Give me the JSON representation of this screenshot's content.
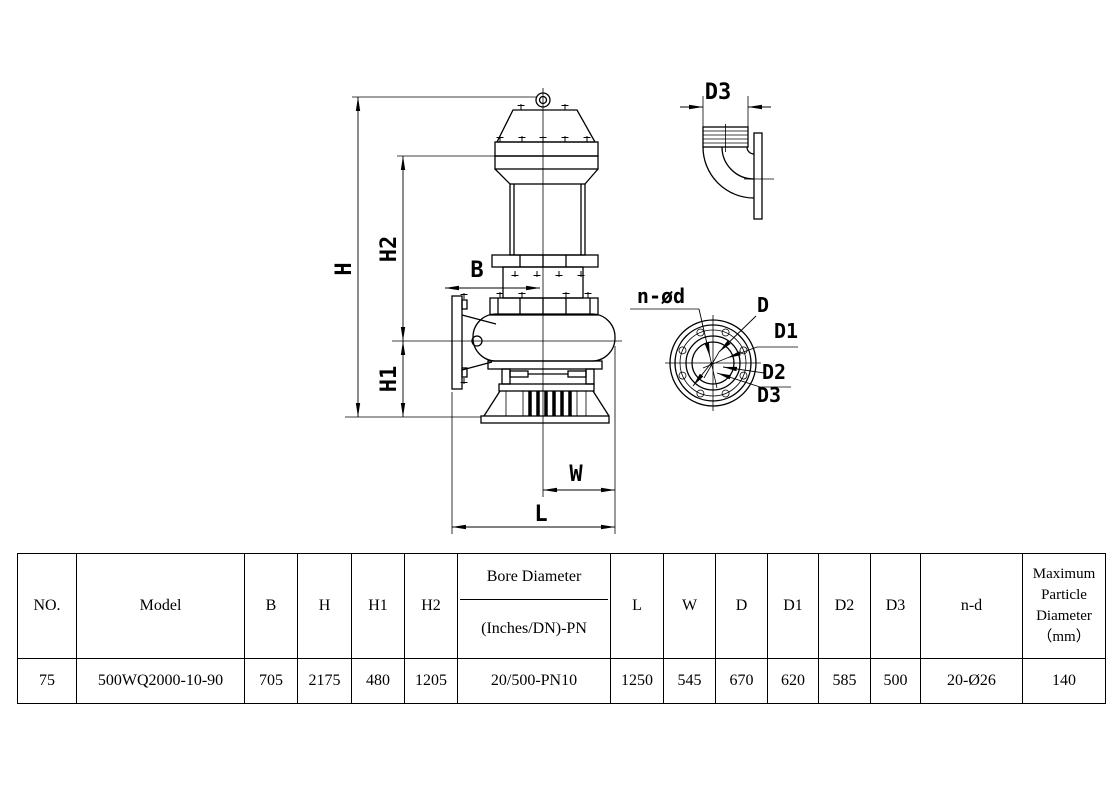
{
  "drawing": {
    "front_view": {
      "dim_h": "H",
      "dim_h2": "H2",
      "dim_h1": "H1",
      "dim_b": "B",
      "dim_w": "W",
      "dim_l": "L"
    },
    "elbow_view": {
      "dim_d3": "D3"
    },
    "flange_view": {
      "dim_n_od": "n-ød",
      "dim_d": "D",
      "dim_d1": "D1",
      "dim_d2": "D2",
      "dim_d3": "D3"
    }
  },
  "table": {
    "headers": {
      "no": "NO.",
      "model": "Model",
      "b": "B",
      "h": "H",
      "h1": "H1",
      "h2": "H2",
      "bore_diameter": "Bore Diameter",
      "bore_unit": "(Inches/DN)-PN",
      "l": "L",
      "w": "W",
      "d": "D",
      "d1": "D1",
      "d2": "D2",
      "d3": "D3",
      "n_d": "n-d",
      "max_particle": "Maximum Particle Diameter（mm）"
    },
    "rows": [
      {
        "no": "75",
        "model": "500WQ2000-10-90",
        "b": "705",
        "h": "2175",
        "h1": "480",
        "h2": "1205",
        "bore": "20/500-PN10",
        "l": "1250",
        "w": "545",
        "d": "670",
        "d1": "620",
        "d2": "585",
        "d3": "500",
        "n_d": "20-Ø26",
        "max_particle": "140"
      }
    ]
  },
  "colors": {
    "ink": "#000000",
    "background": "#ffffff"
  }
}
